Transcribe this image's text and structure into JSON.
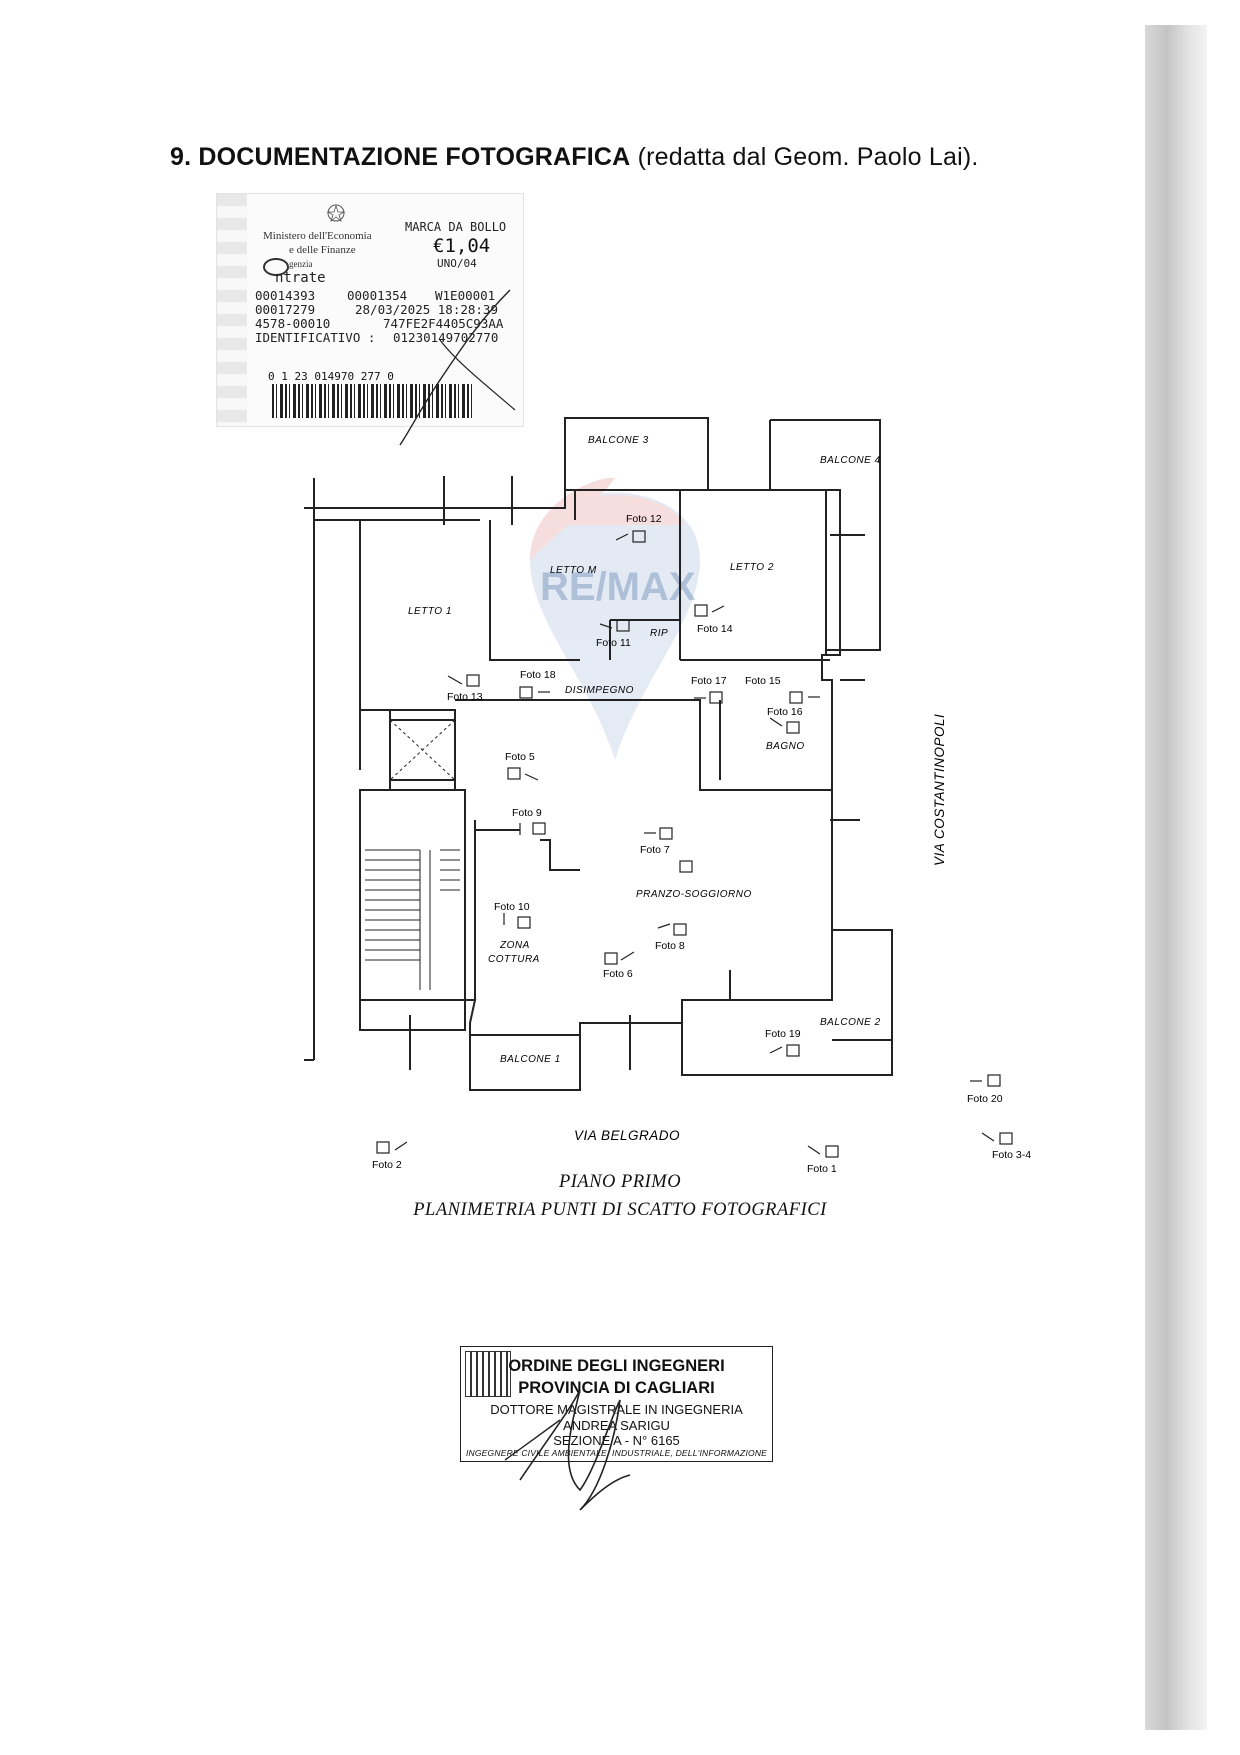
{
  "document": {
    "section_number": "9.",
    "section_title": "DOCUMENTAZIONE FOTOGRAFICA",
    "section_note": "(redatta dal Geom. Paolo Lai)."
  },
  "stamp": {
    "ministry_line1": "Ministero dell'Economia",
    "ministry_line2": "e delle Finanze",
    "agency_small": "genzia",
    "agency": "ntrate",
    "marca_label": "MARCA DA BOLLO",
    "value": "€1,04",
    "value_sub": "UNO/04",
    "row1_left": "00014393",
    "row1_mid": "00001354",
    "row1_right": "W1E00001",
    "row2_left": "00017279",
    "row2_datetime": "28/03/2025 18:28:39",
    "row3_left": "4578-00010",
    "row3_right": "747FE2F4405C93AA",
    "identificativo_label": "IDENTIFICATIVO :",
    "identificativo_value": "01230149702770",
    "barcode_number": "0 1 23 014970 277 0"
  },
  "plan": {
    "rooms": {
      "balcone3": "BALCONE 3",
      "balcone4": "BALCONE 4",
      "letto_m": "LETTO M",
      "letto2": "LETTO 2",
      "letto1": "LETTO 1",
      "rip": "RIP",
      "disimpegno": "DISIMPEGNO",
      "bagno": "BAGNO",
      "pranzo": "PRANZO-SOGGIORNO",
      "zona": "ZONA",
      "cottura": "COTTURA",
      "balcone2": "BALCONE 2",
      "balcone1": "BALCONE 1"
    },
    "streets": {
      "east": "VIA COSTANTINOPOLI",
      "south": "VIA BELGRADO"
    },
    "watermark": "RE/MAX",
    "fotos": {
      "f12": "Foto 12",
      "f11": "Foto 11",
      "f14": "Foto 14",
      "f13": "Foto 13",
      "f18": "Foto 18",
      "f17": "Foto 17",
      "f15": "Foto 15",
      "f16": "Foto 16",
      "f5": "Foto 5",
      "f9": "Foto 9",
      "f7": "Foto 7",
      "f10": "Foto 10",
      "f8": "Foto 8",
      "f6": "Foto 6",
      "f19": "Foto 19",
      "f20": "Foto 20",
      "f2": "Foto 2",
      "f1": "Foto 1",
      "f34": "Foto 3-4"
    },
    "title_line1": "PIANO PRIMO",
    "title_line2": "PLANIMETRIA PUNTI DI SCATTO FOTOGRAFICI"
  },
  "seal": {
    "line1": "ORDINE DEGLI INGEGNERI",
    "line2": "PROVINCIA DI CAGLIARI",
    "line3": "DOTTORE MAGISTRALE IN INGEGNERIA",
    "line4": "ANDREA SARIGU",
    "line5": "SEZIONE A - N° 6165",
    "line6": "INGEGNERE CIVILE AMBIENTALE, INDUSTRIALE, DELL'INFORMAZIONE"
  }
}
